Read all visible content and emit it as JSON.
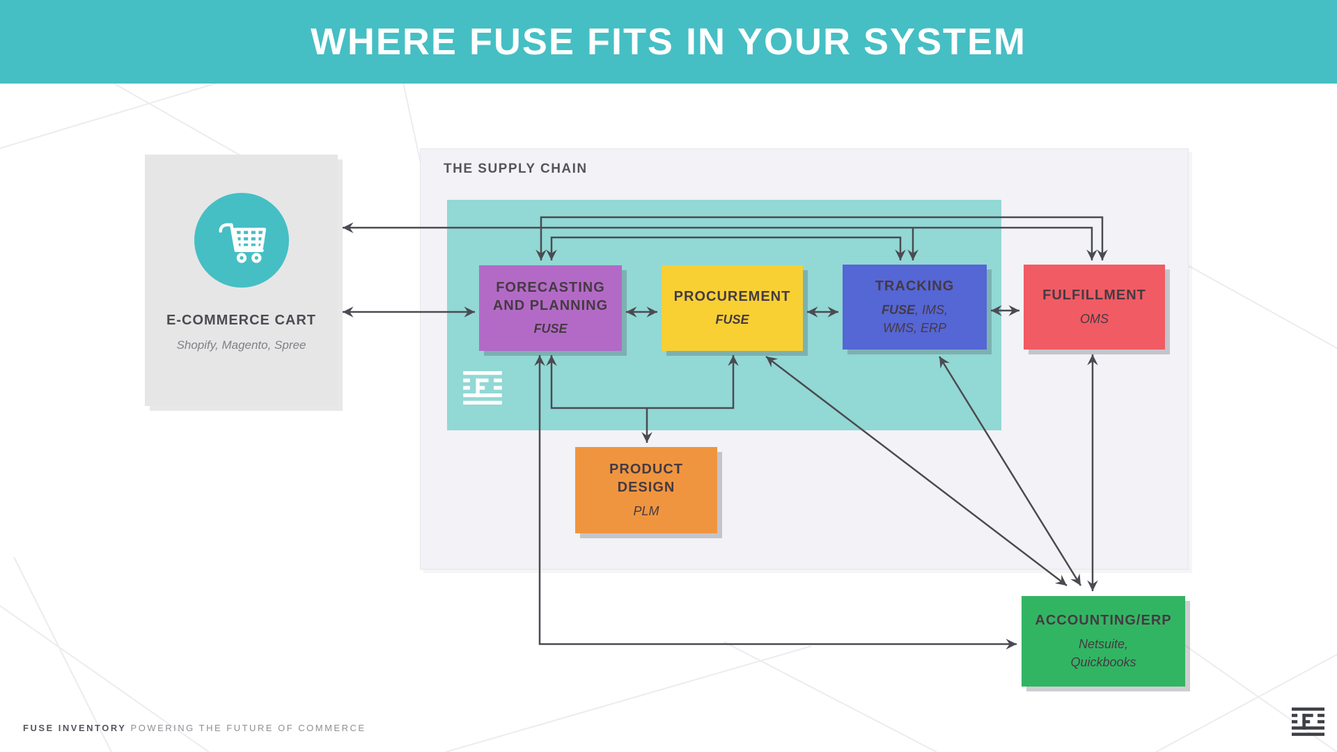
{
  "header": {
    "title": "WHERE FUSE FITS IN YOUR SYSTEM"
  },
  "cart": {
    "title": "E-COMMERCE CART",
    "subtitle": "Shopify, Magento, Spree",
    "icon": "shopping-cart-icon"
  },
  "supply": {
    "label": "THE SUPPLY CHAIN"
  },
  "nodes": {
    "forecasting": {
      "line1": "FORECASTING",
      "line2": "AND PLANNING",
      "sub": "FUSE"
    },
    "procurement": {
      "title": "PROCUREMENT",
      "sub": "FUSE"
    },
    "tracking": {
      "title": "TRACKING",
      "sub_bold": "FUSE",
      "sub_rest": ", IMS,",
      "sub_line2": "WMS, ERP"
    },
    "fulfillment": {
      "title": "FULFILLMENT",
      "sub": "OMS"
    },
    "product": {
      "line1": "PRODUCT",
      "line2": "DESIGN",
      "sub": "PLM"
    },
    "accounting": {
      "title": "ACCOUNTING/ERP",
      "sub_line1": "Netsuite,",
      "sub_line2": "Quickbooks"
    }
  },
  "footer": {
    "brand": "FUSE INVENTORY",
    "tagline": "POWERING THE FUTURE OF COMMERCE",
    "logo": "fuse-logo-icon"
  },
  "colors": {
    "header_teal": "#45BFC4",
    "circle_teal": "#45BFC4",
    "inner_teal": "#92D8D4",
    "panel_bg": "#F2F2F7",
    "cart_panel_bg": "#E6E6E7",
    "forecasting_purple": "#B36AC6",
    "procurement_yellow": "#F8D033",
    "tracking_blue": "#5566D5",
    "fulfillment_red": "#F15B64",
    "product_orange": "#F0953F",
    "accounting_green": "#32B563",
    "arrow_gray": "#4A4B52",
    "box_text_dark": "#453A42",
    "label_gray": "#54555C"
  }
}
